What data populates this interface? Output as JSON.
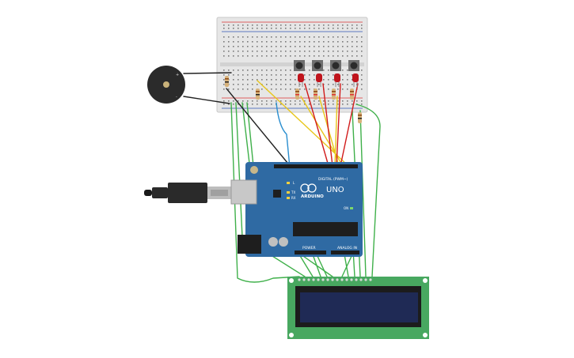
{
  "board": {
    "brand": "ARDUINO",
    "model": "UNO",
    "digital_label": "DIGITAL (PWM~)",
    "power_label": "POWER",
    "analog_label": "ANALOG IN",
    "led_l": "L",
    "led_tx": "TX",
    "led_rx": "RX",
    "on_label": "ON"
  },
  "colors": {
    "breadboard": "#e9e9e9",
    "arduino": "#2f6aa3",
    "lcd_board": "#48a860",
    "lcd_screen": "#1f2a55",
    "wire_green": "#3fb04a",
    "wire_red": "#d11b1b",
    "wire_yellow": "#e8c61a",
    "wire_black": "#222222",
    "wire_blue": "#2a8ecf",
    "led_red": "#c0141c",
    "buzzer": "#2b2b2b"
  },
  "components": {
    "buzzer": "piezo-buzzer",
    "buttons": 4,
    "leds": 4,
    "usb_cable": "usb-b-cable",
    "lcd": "lcd-16x2"
  }
}
